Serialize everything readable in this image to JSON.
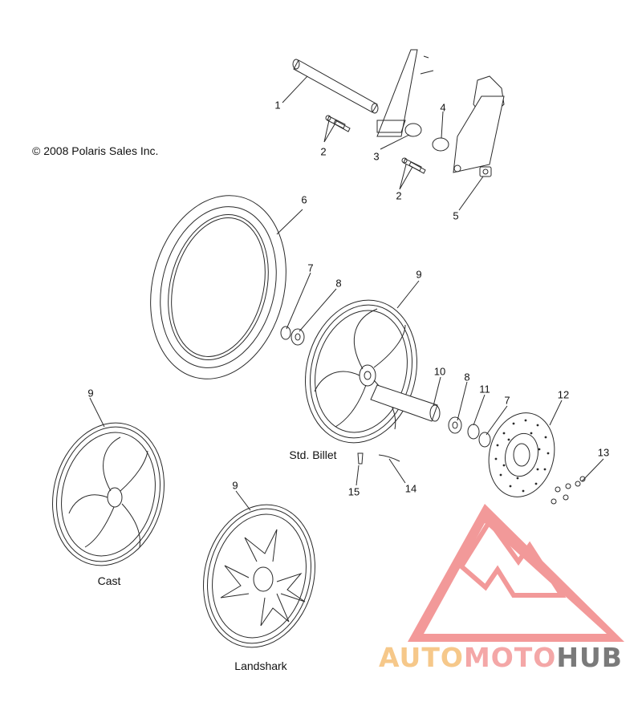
{
  "copyright": "© 2008 Polaris Sales Inc.",
  "callouts": [
    "1",
    "2",
    "2",
    "3",
    "4",
    "5",
    "6",
    "7",
    "8",
    "9",
    "10",
    "8",
    "11",
    "7",
    "12",
    "13",
    "14",
    "15",
    "9",
    "9"
  ],
  "captions": {
    "std_billet": "Std. Billet",
    "cast": "Cast",
    "landshark": "Landshark"
  },
  "watermark": {
    "part1": "AUTO",
    "part2": "MOTO",
    "part3": "HUB",
    "color1": "#f6c88a",
    "color2": "#f4a7a7",
    "color3": "#7a7a7a"
  },
  "colors": {
    "line": "#2a2a2a",
    "logo": "#f08080"
  }
}
